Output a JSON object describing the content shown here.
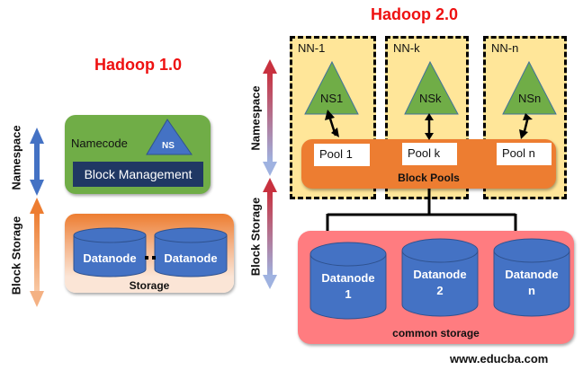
{
  "left": {
    "title": "Hadoop 1.0",
    "axis_namespace": "Namespace",
    "axis_block_storage": "Block Storage",
    "namenode_label": "Namecode",
    "ns_label": "NS",
    "block_management": "Block Management",
    "datanodes": [
      "Datanode",
      "Datanode"
    ],
    "storage_label": "Storage"
  },
  "right": {
    "title": "Hadoop 2.0",
    "axis_namespace": "Namespace",
    "axis_block_storage": "Block Storage",
    "namenodes": [
      {
        "label": "NN-1",
        "ns": "NS1",
        "pool": "Pool 1"
      },
      {
        "label": "NN-k",
        "ns": "NSk",
        "pool": "Pool k"
      },
      {
        "label": "NN-n",
        "ns": "NSn",
        "pool": "Pool n"
      }
    ],
    "block_pools_label": "Block Pools",
    "datanodes": [
      {
        "line1": "Datanode",
        "line2": "1"
      },
      {
        "line1": "Datanode",
        "line2": "2"
      },
      {
        "line1": "Datanode",
        "line2": "n"
      }
    ],
    "common_storage_label": "common storage"
  },
  "colors": {
    "title_red": "#ee1111",
    "namenode_green": "#70ad47",
    "block_mgmt_navy": "#203864",
    "datanode_blue": "#4472c4",
    "storage_orange": "#ed7d31",
    "nn_yellow": "#ffe699",
    "common_storage_pink": "#ff7c80"
  },
  "footer": {
    "url": "www.educba.com"
  }
}
